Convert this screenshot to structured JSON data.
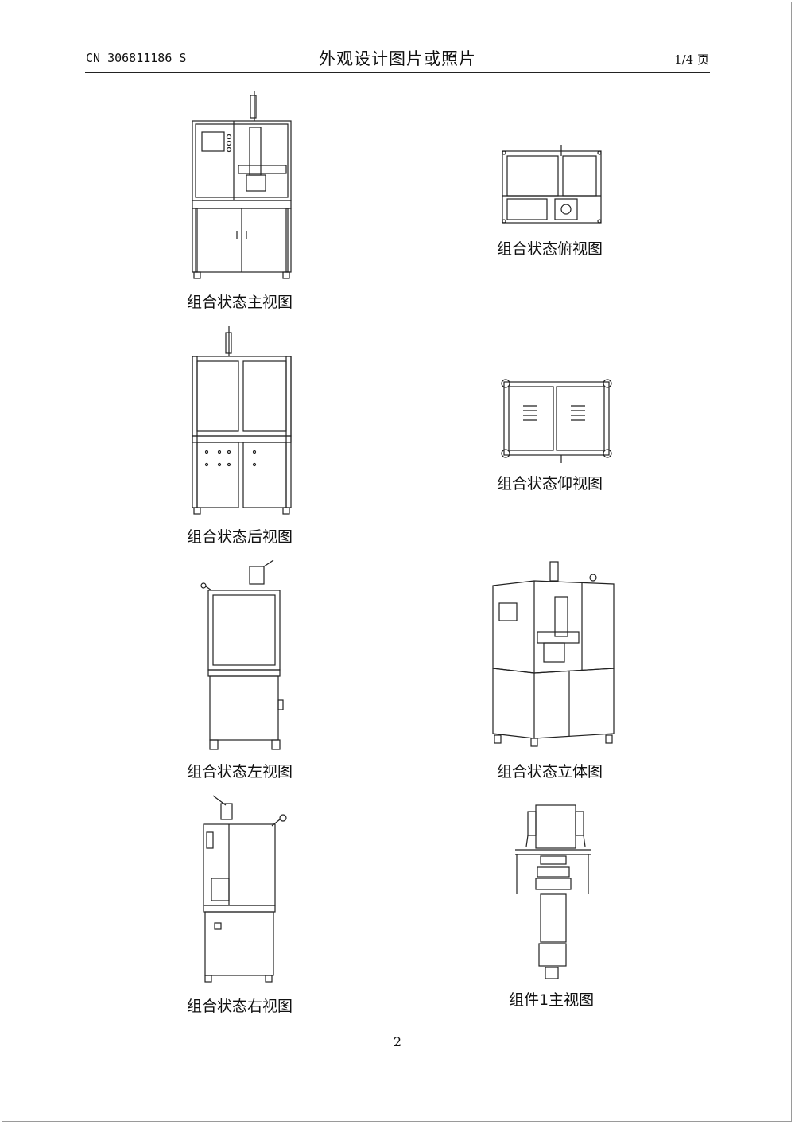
{
  "header": {
    "doc_number": "CN 306811186 S",
    "title": "外观设计图片或照片",
    "page": "1/4 页"
  },
  "figures": [
    {
      "caption": "组合状态主视图"
    },
    {
      "caption": "组合状态俯视图"
    },
    {
      "caption": "组合状态后视图"
    },
    {
      "caption": "组合状态仰视图"
    },
    {
      "caption": "组合状态左视图"
    },
    {
      "caption": "组合状态立体图"
    },
    {
      "caption": "组合状态右视图"
    },
    {
      "caption": "组件1主视图"
    }
  ],
  "footer": {
    "page_number": "2"
  }
}
